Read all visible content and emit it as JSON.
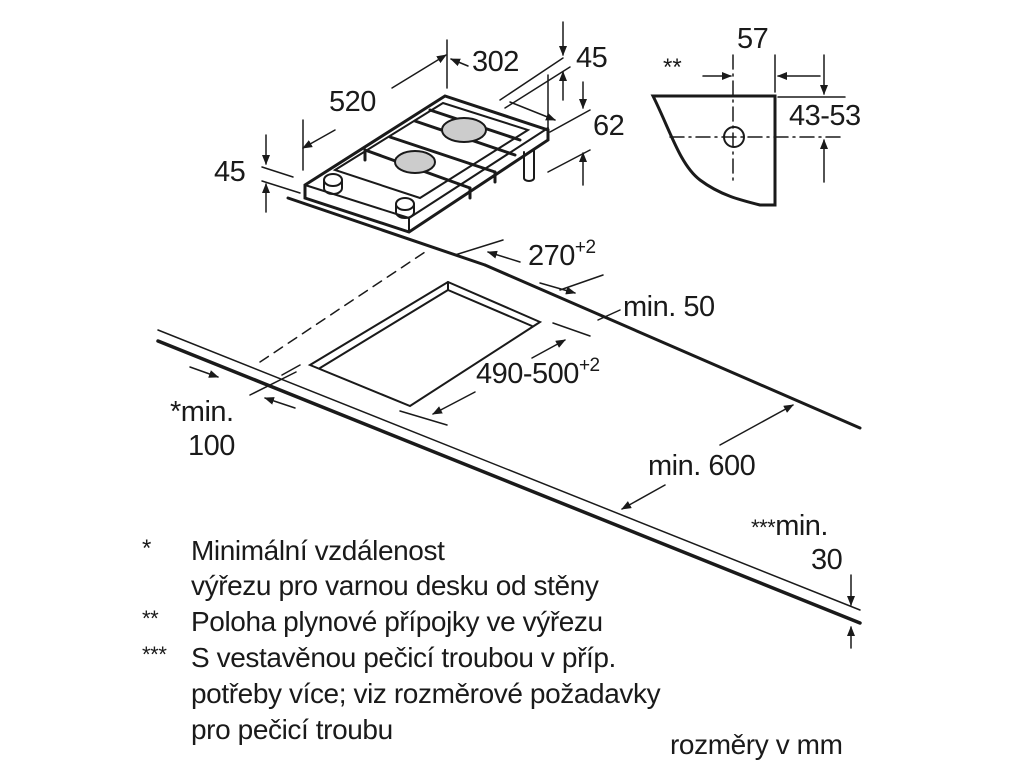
{
  "dimensions": {
    "hob_depth": "520",
    "hob_width": "302",
    "top_right_45": "45",
    "height_62": "62",
    "left_45": "45",
    "gas_offset": "57",
    "gas_height": "43-53",
    "gas_marker": "**",
    "cutout_width": "270",
    "cutout_width_tol": "+2",
    "cutout_depth": "490-500",
    "cutout_depth_tol": "+2",
    "min_50": "min. 50",
    "wall_marker": "*",
    "wall_min": "min.",
    "wall_value": "100",
    "worktop_min": "min. 600",
    "oven_marker": "***",
    "oven_min": "min.",
    "oven_value": "30"
  },
  "notes": [
    {
      "marker": "*",
      "line1": "Minimální vzdálenost",
      "line2": "výřezu pro varnou desku od stěny"
    },
    {
      "marker": "**",
      "line1": "Poloha plynové přípojky ve výřezu"
    },
    {
      "marker": "***",
      "line1": "S vestavěnou pečicí troubou v příp.",
      "line2": "potřeby více; viz rozměrové požadavky",
      "line3": "pro pečicí troubu"
    }
  ],
  "units": "rozměry v mm"
}
